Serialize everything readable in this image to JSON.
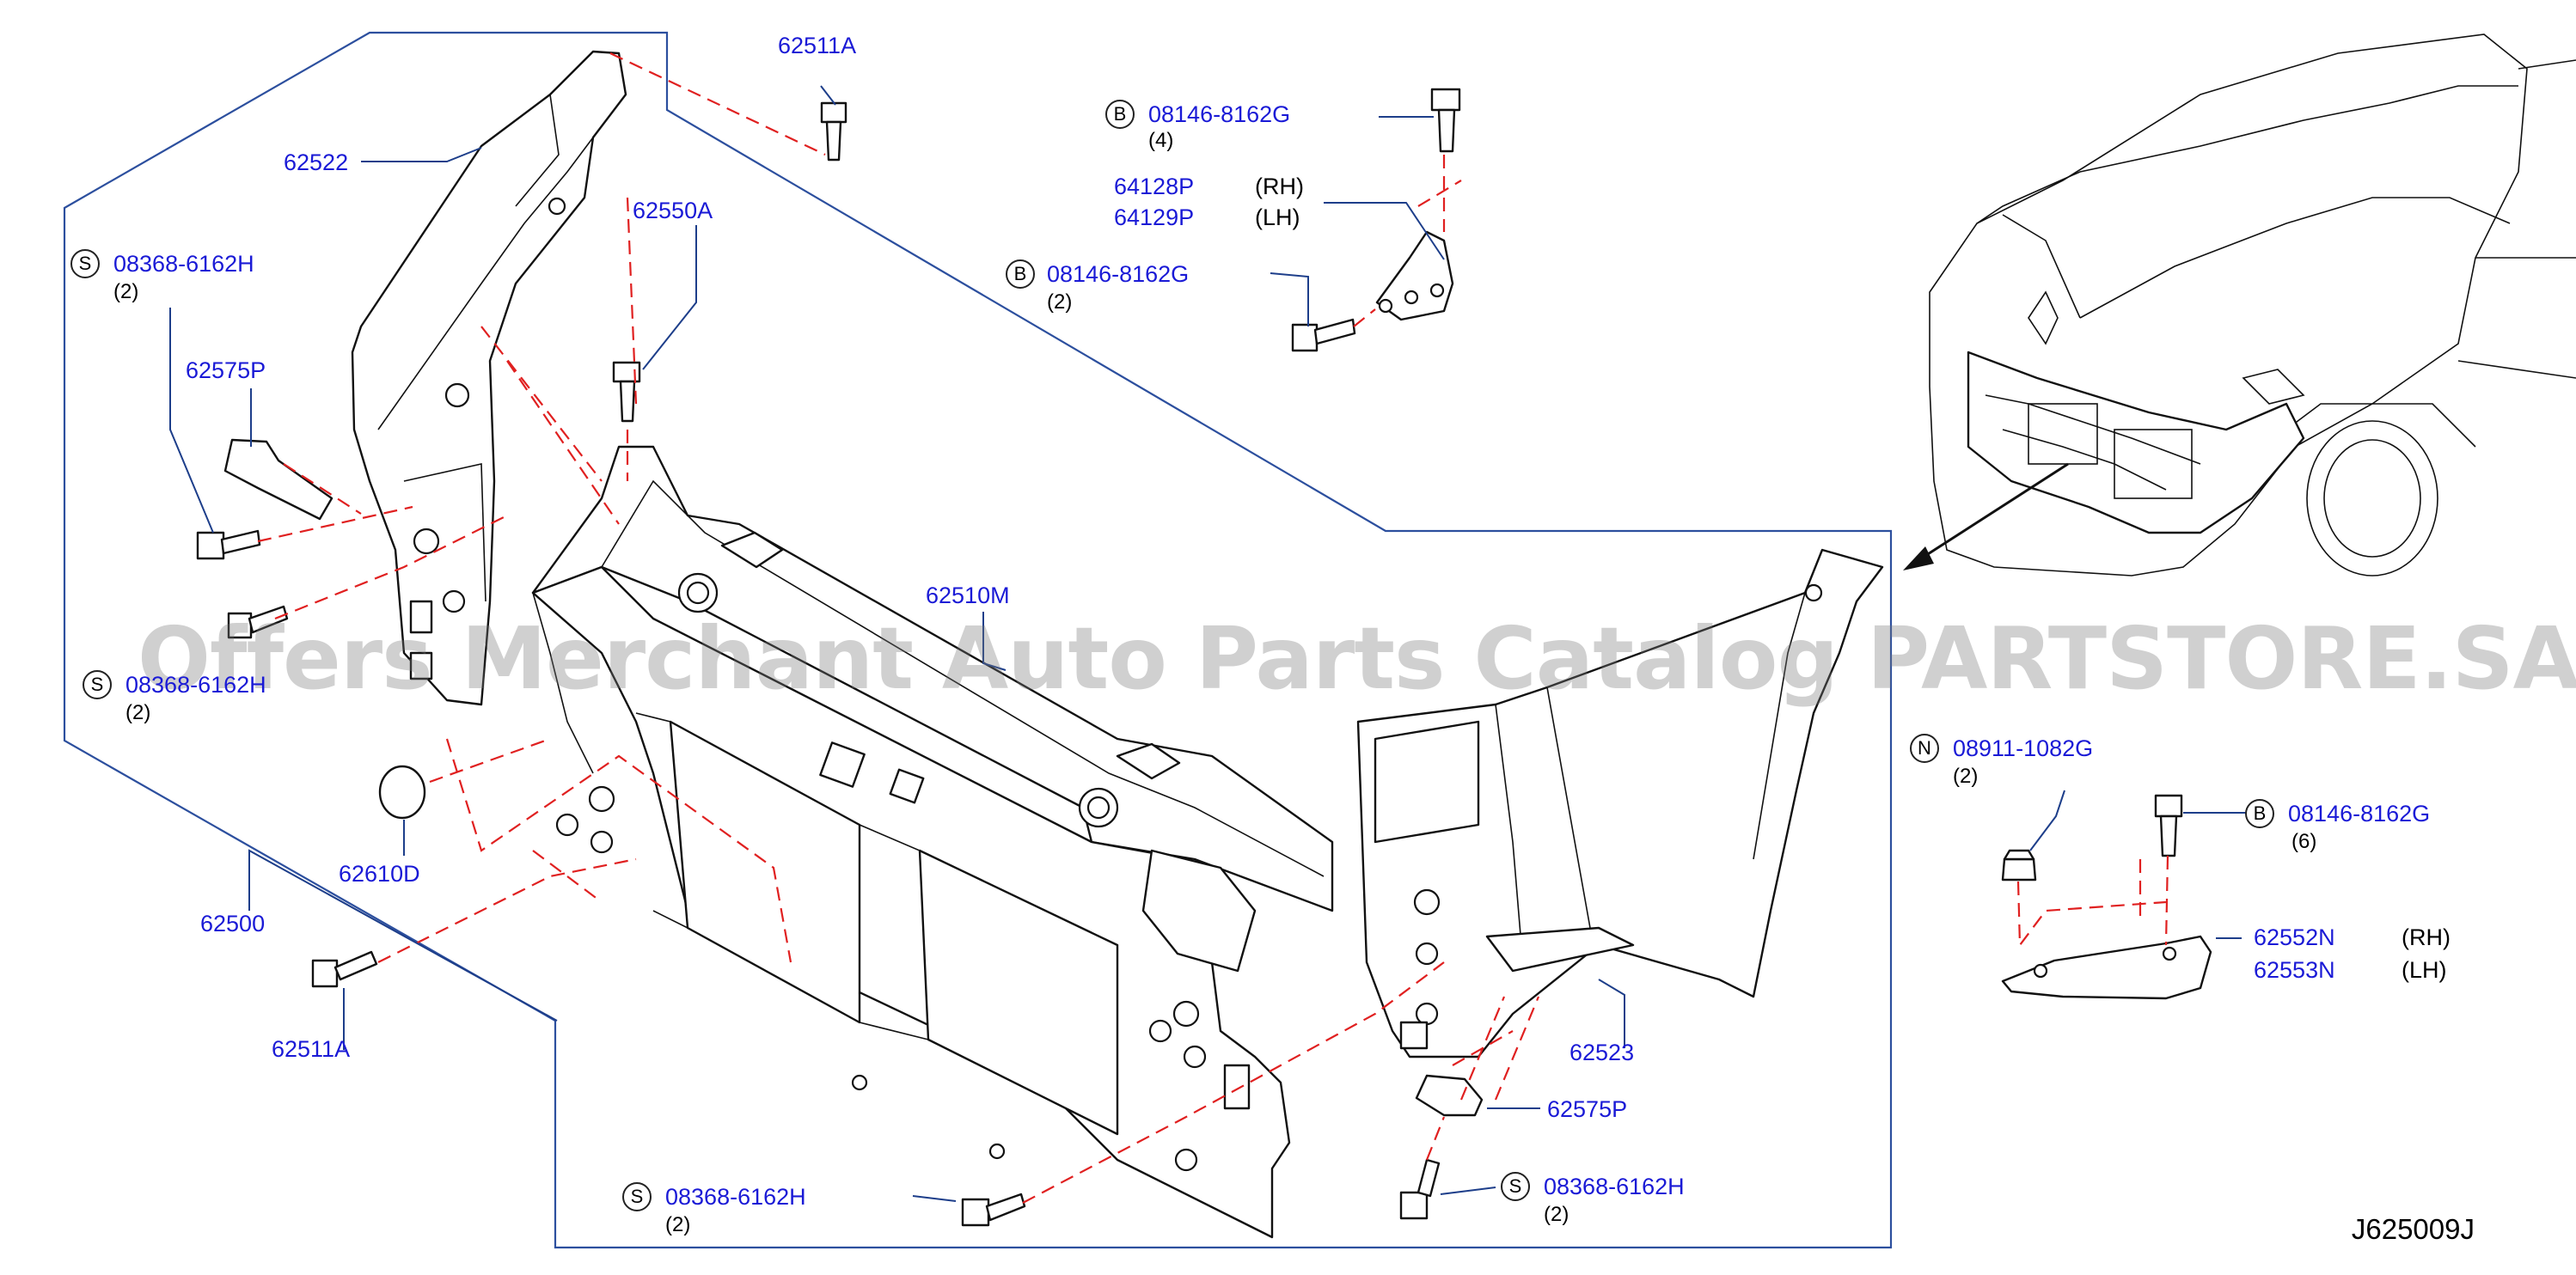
{
  "diagram_ref": "J625009J",
  "watermark": "Offers Merchant Auto Parts Catalog PARTSTORE.SA",
  "labels": {
    "p62511A_top": "62511A",
    "p62522": "62522",
    "p62550A": "62550A",
    "p62575P_left": "62575P",
    "p62510M": "62510M",
    "p62610D": "62610D",
    "p62500": "62500",
    "p62511A_bottom": "62511A",
    "p62523": "62523",
    "p62575P_right": "62575P",
    "p64128P": "64128P",
    "p64129P": "64129P",
    "p62552N": "62552N",
    "p62553N": "62553N",
    "bolt_b_top": "08146-8162G",
    "bolt_b_mid": "08146-8162G",
    "bolt_b_right": "08146-8162G",
    "screw_s_1": "08368-6162H",
    "screw_s_2": "08368-6162H",
    "screw_s_3": "08368-6162H",
    "screw_s_4": "08368-6162H",
    "nut_n": "08911-1082G"
  },
  "quantities": {
    "bolt_b_top": "(4)",
    "bolt_b_mid": "(2)",
    "bolt_b_right": "(6)",
    "screw_s_1": "(2)",
    "screw_s_2": "(2)",
    "screw_s_3": "(2)",
    "screw_s_4": "(2)",
    "nut_n": "(2)"
  },
  "sides": {
    "rh_64128P": "(RH)",
    "lh_64129P": "(LH)",
    "rh_62552N": "(RH)",
    "lh_62553N": "(LH)"
  },
  "badges": {
    "b1": "B",
    "b2": "B",
    "b3": "B",
    "s1": "S",
    "s2": "S",
    "s3": "S",
    "s4": "S",
    "n1": "N"
  },
  "colors": {
    "part_number_text": "#1a1ad6",
    "leader_lines": "#1d3e8a",
    "assembly_dashes": "#e02020",
    "outline": "#111111"
  }
}
